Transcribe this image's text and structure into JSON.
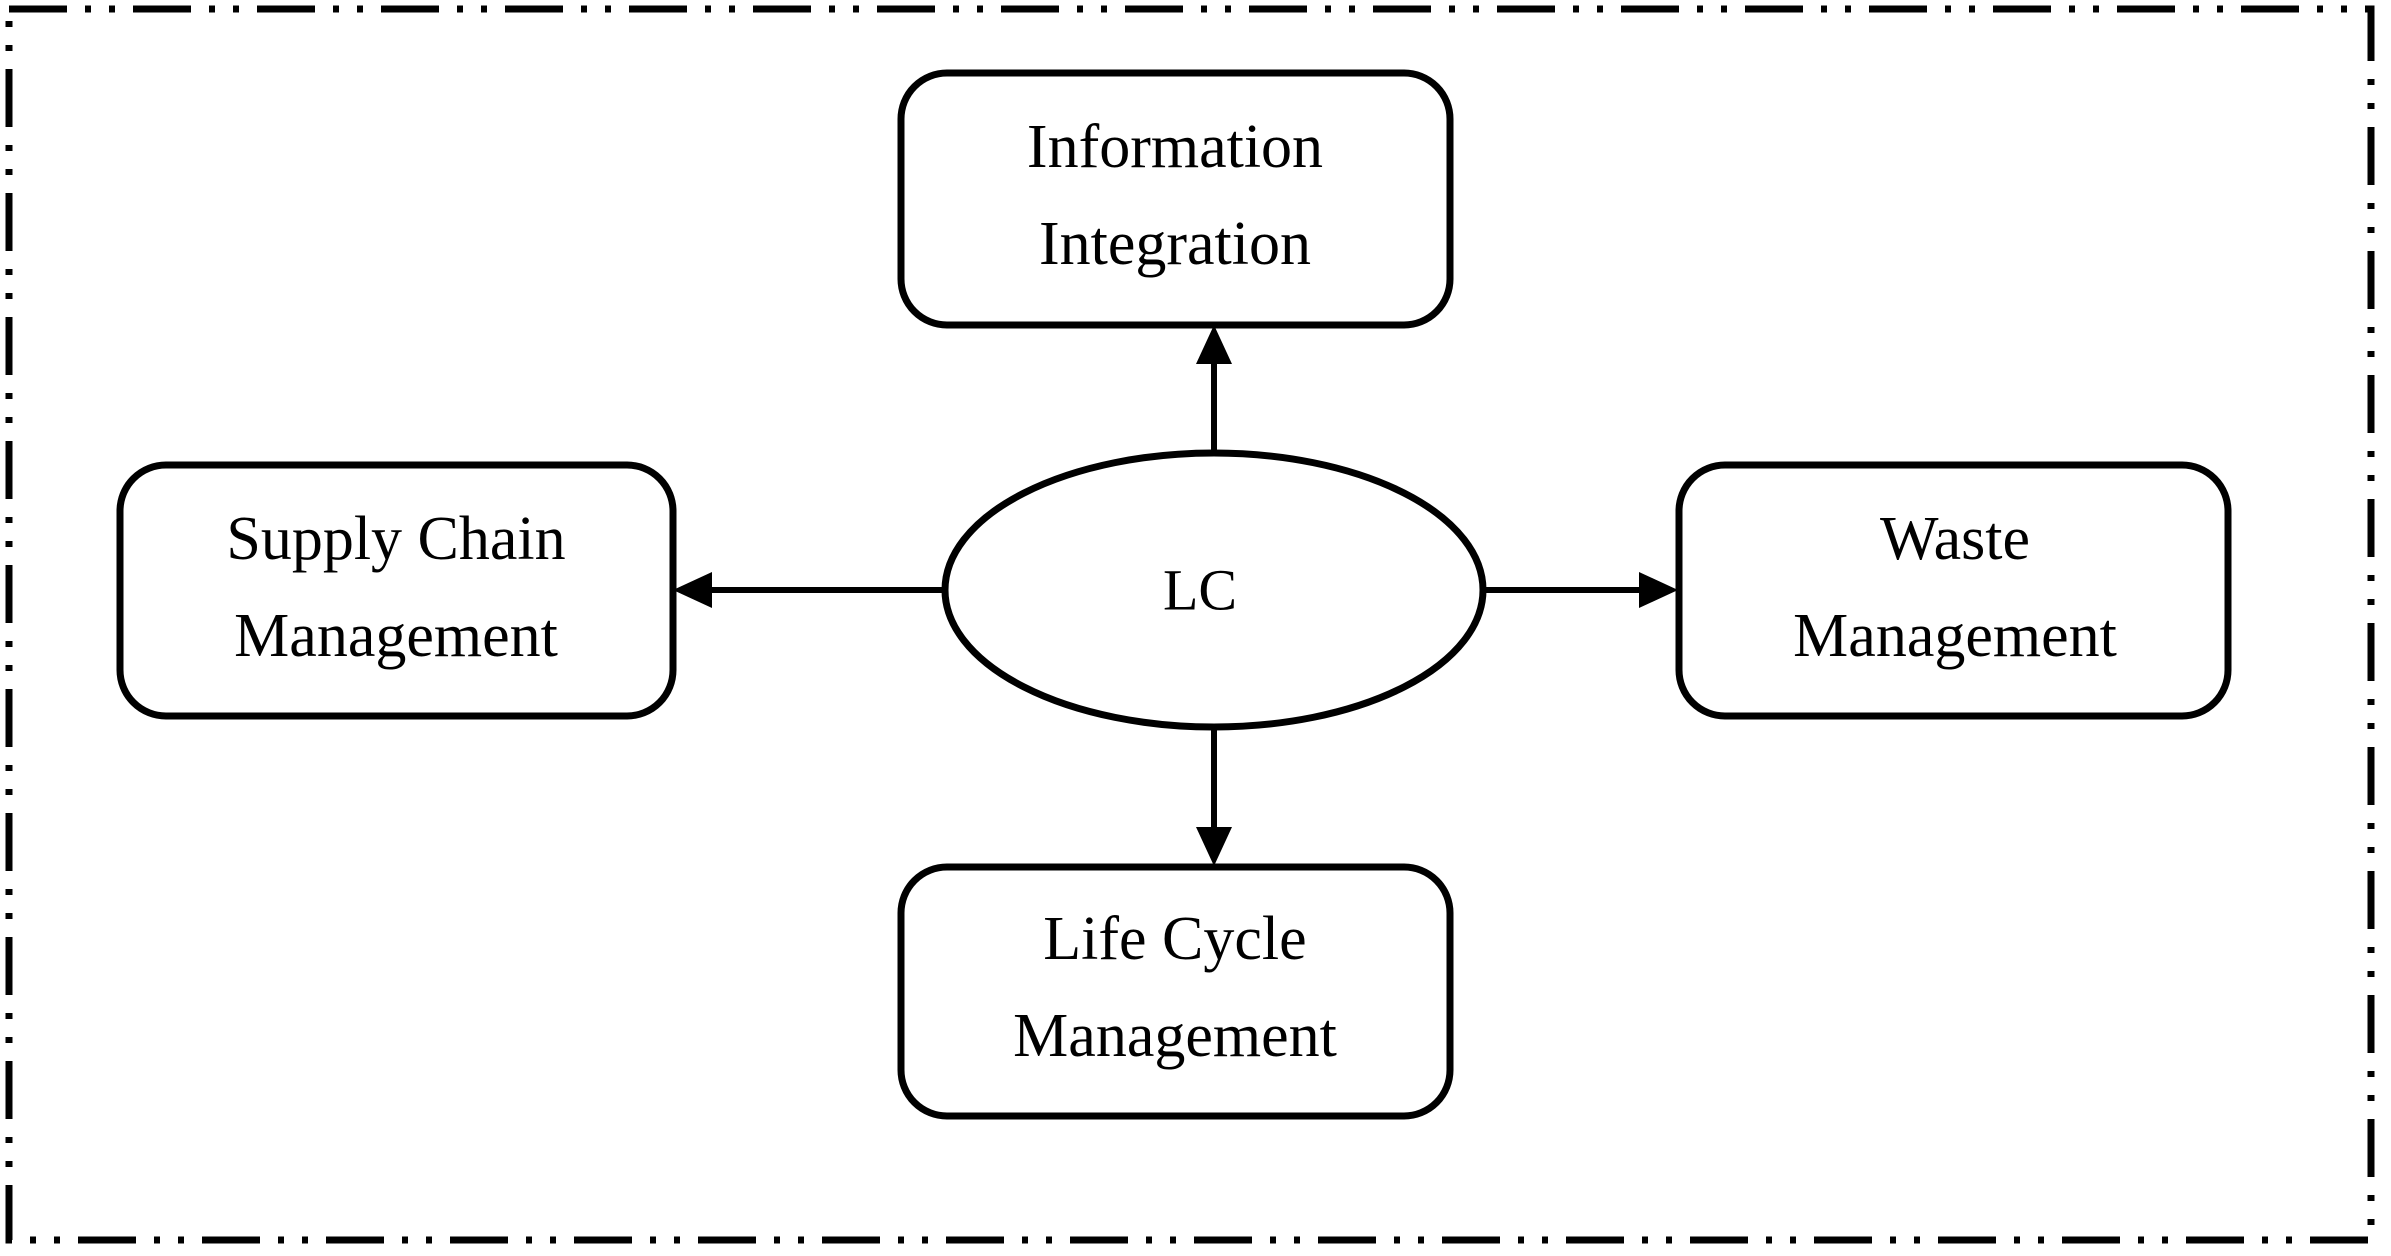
{
  "figure": {
    "type": "concept-diagram",
    "layout": "hub-and-spoke",
    "border_style": "dash-dot-dot",
    "colors": {
      "stroke": "#000000",
      "background": "#ffffff",
      "text": "#000000"
    },
    "center": {
      "shape": "ellipse",
      "label": "LC"
    },
    "nodes": [
      {
        "id": "information-integration",
        "position": "top",
        "shape": "rounded-rectangle",
        "line1": "Information",
        "line2": "Integration"
      },
      {
        "id": "supply-chain-management",
        "position": "left",
        "shape": "rounded-rectangle",
        "line1": "Supply Chain",
        "line2": "Management"
      },
      {
        "id": "waste-management",
        "position": "right",
        "shape": "rounded-rectangle",
        "line1": "Waste",
        "line2": "Management"
      },
      {
        "id": "life-cycle-management",
        "position": "bottom",
        "shape": "rounded-rectangle",
        "line1": "Life Cycle",
        "line2": "Management"
      }
    ],
    "edges": [
      {
        "id": "edge-lc-to-information-integration",
        "from": "LC",
        "to": "Information Integration",
        "direction": "up",
        "arrowhead": "filled-triangle"
      },
      {
        "id": "edge-lc-to-supply-chain-management",
        "from": "LC",
        "to": "Supply Chain Management",
        "direction": "left",
        "arrowhead": "filled-triangle"
      },
      {
        "id": "edge-lc-to-waste-management",
        "from": "LC",
        "to": "Waste Management",
        "direction": "right",
        "arrowhead": "filled-triangle"
      },
      {
        "id": "edge-lc-to-life-cycle-management",
        "from": "LC",
        "to": "Life Cycle Management",
        "direction": "down",
        "arrowhead": "filled-triangle"
      }
    ]
  }
}
